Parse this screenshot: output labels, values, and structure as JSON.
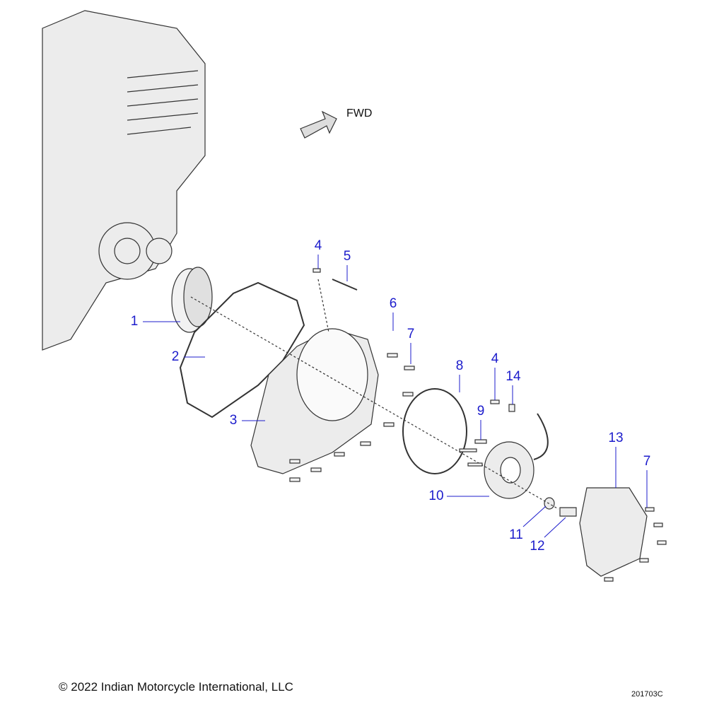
{
  "direction_label": "FWD",
  "callouts": [
    "1",
    "2",
    "3",
    "4",
    "5",
    "6",
    "7",
    "8",
    "4",
    "14",
    "9",
    "10",
    "11",
    "12",
    "13",
    "7"
  ],
  "copyright": "© 2022 Indian Motorcycle International, LLC",
  "diagram_code": "201703C",
  "colors": {
    "callout": "#1c1ccc",
    "line_art": "#333333",
    "part_fill": "#ececec"
  }
}
